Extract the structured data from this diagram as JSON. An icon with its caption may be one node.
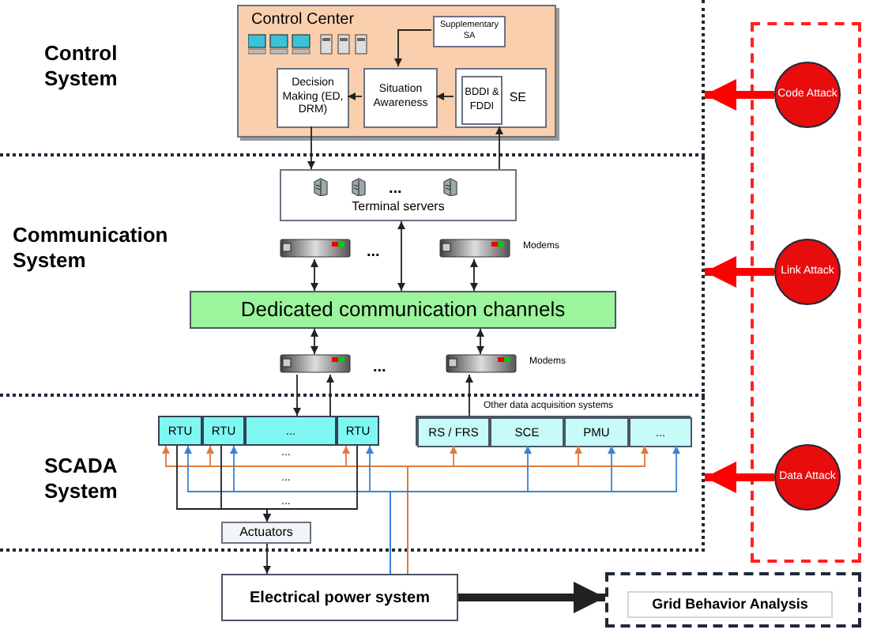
{
  "diagram": {
    "nodes": [
      {
        "text": [
          "Control System"
        ]
      },
      {
        "text": [
          "Control Center"
        ],
        "in": 0
      },
      {
        "text": [
          "Supplementary SA"
        ],
        "in": 1
      },
      {
        "text": [
          "Decision Making (ED, DRM)"
        ],
        "in": 1
      },
      {
        "text": [
          "Situation Awareness"
        ],
        "in": 1
      },
      {
        "text": [
          "SE"
        ],
        "in": 1
      },
      {
        "text": [
          "BDDI & FDDI"
        ],
        "in": 5
      },
      {
        "text": [
          "Communication System"
        ]
      },
      {
        "text": [
          "Terminal servers"
        ],
        "in": 7
      },
      {
        "text": [],
        "shape": "picture",
        "in": 7
      },
      {
        "text": [],
        "shape": "picture",
        "in": 7,
        "beside": [
          "Modems"
        ]
      },
      {
        "text": [
          "Dedicated communication channels"
        ],
        "in": 7
      },
      {
        "text": [],
        "shape": "picture",
        "in": 7
      },
      {
        "text": [],
        "shape": "picture",
        "in": 7,
        "beside": [
          "Modems"
        ]
      },
      {
        "text": [
          "SCADA System"
        ]
      },
      {
        "text": [
          "RTU"
        ],
        "in": 14
      },
      {
        "text": [
          "RTU"
        ],
        "in": 14
      },
      {
        "text": [
          "..."
        ],
        "in": 14
      },
      {
        "text": [
          "RTU"
        ],
        "in": 14
      },
      {
        "text": [
          "Other data acquisition systems"
        ],
        "in": 14
      },
      {
        "text": [
          "RS / FRS"
        ],
        "in": 19
      },
      {
        "text": [
          "SCE"
        ],
        "in": 19
      },
      {
        "text": [
          "PMU"
        ],
        "in": 19
      },
      {
        "text": [
          "..."
        ],
        "in": 19
      },
      {
        "text": [
          "Actuators"
        ],
        "in": 14
      },
      {
        "text": [
          "Electrical power system"
        ]
      },
      {
        "text": [],
        "shape": "box"
      },
      {
        "text": [
          "Grid Behavior Analysis"
        ],
        "in": 26
      },
      {
        "text": [
          "Code Attack"
        ]
      },
      {
        "text": [
          "Link Attack"
        ]
      },
      {
        "text": [
          "Data Attack"
        ]
      }
    ],
    "edges": [
      {
        "from": 2,
        "to": 4,
        "arrow": "to"
      },
      {
        "from": 5,
        "to": 4,
        "arrow": "to"
      },
      {
        "from": 4,
        "to": 3,
        "arrow": "to"
      },
      {
        "from": 3,
        "to": 8,
        "arrow": "to"
      },
      {
        "from": 8,
        "to": 5,
        "arrow": "to"
      },
      {
        "from": 8,
        "to": 11,
        "arrow": "both"
      },
      {
        "from": 9,
        "to": 11,
        "arrow": "both"
      },
      {
        "from": 10,
        "to": 11,
        "arrow": "both"
      },
      {
        "from": 11,
        "to": 12,
        "arrow": "both"
      },
      {
        "from": 11,
        "to": 13,
        "arrow": "both"
      },
      {
        "from": 12,
        "to": 17,
        "arrow": "to"
      },
      {
        "from": 17,
        "to": 12,
        "arrow": "to"
      },
      {
        "from": 19,
        "to": 13,
        "arrow": "to"
      },
      {
        "from": 25,
        "to": 15,
        "arrow": "to",
        "color": "#e07a3c"
      },
      {
        "from": 25,
        "to": 16,
        "arrow": "to",
        "color": "#e07a3c"
      },
      {
        "from": 25,
        "to": 18,
        "arrow": "to",
        "color": "#e07a3c"
      },
      {
        "from": 25,
        "to": 20,
        "arrow": "to",
        "color": "#e07a3c"
      },
      {
        "from": 25,
        "to": 22,
        "arrow": "to",
        "color": "#e07a3c"
      },
      {
        "from": 25,
        "to": 23,
        "arrow": "to",
        "color": "#e07a3c"
      },
      {
        "from": 25,
        "to": 15,
        "arrow": "to",
        "color": "#3b82d6"
      },
      {
        "from": 25,
        "to": 16,
        "arrow": "to",
        "color": "#3b82d6"
      },
      {
        "from": 25,
        "to": 18,
        "arrow": "to",
        "color": "#3b82d6"
      },
      {
        "from": 25,
        "to": 21,
        "arrow": "to",
        "color": "#3b82d6"
      },
      {
        "from": 25,
        "to": 22,
        "arrow": "to",
        "color": "#3b82d6"
      },
      {
        "from": 25,
        "to": 23,
        "arrow": "to",
        "color": "#3b82d6"
      },
      {
        "from": 15,
        "to": 24,
        "arrow": "to"
      },
      {
        "from": 16,
        "to": 24,
        "arrow": "to"
      },
      {
        "from": 18,
        "to": 24,
        "arrow": "to"
      },
      {
        "from": 24,
        "to": 25,
        "arrow": "to"
      },
      {
        "from": 25,
        "to": 26,
        "arrow": "to",
        "style": "thick"
      },
      {
        "from": 28,
        "to": 0,
        "arrow": "to",
        "style": "thick",
        "color": "#ff0000"
      },
      {
        "from": 29,
        "to": 7,
        "arrow": "to",
        "style": "thick",
        "color": "#ff0000"
      },
      {
        "from": 30,
        "to": 14,
        "arrow": "to",
        "style": "thick",
        "color": "#ff0000"
      }
    ],
    "labels": [
      "...",
      "...",
      "...",
      "...",
      "...",
      "..."
    ]
  }
}
